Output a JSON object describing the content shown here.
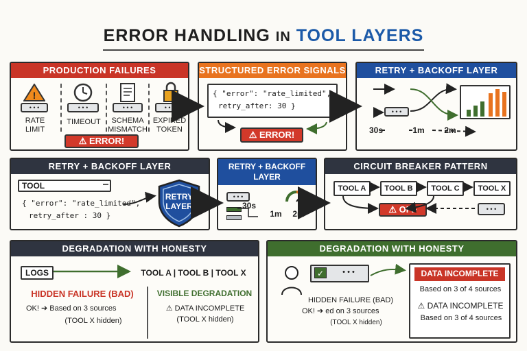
{
  "title": {
    "part1": "ERROR HANDLING",
    "part2": "IN",
    "part3": "TOOL LAYERS"
  },
  "colors": {
    "red": "#c93527",
    "orange": "#e8731f",
    "dark": "#2f3440",
    "blue": "#1f4f9e",
    "green": "#3f6e2e"
  },
  "production_failures": {
    "header": "PRODUCTION FAILURES",
    "items": [
      {
        "label": "RATE LIMIT",
        "icon": "warning-icon"
      },
      {
        "label": "TIMEOUT",
        "icon": "clock-icon"
      },
      {
        "label": "SCHEMA MISMATCH",
        "icon": "document-icon"
      },
      {
        "label": "EXPIRED TOKEN",
        "icon": "lock-icon"
      }
    ],
    "error_label": "⚠ ERROR!"
  },
  "structured_error": {
    "header": "STRUCTURED ERROR SIGNALS",
    "code_line1": "{ \"error\": \"rate_limited\",",
    "code_line2": "retry_after: 30 }",
    "error_label": "⚠ ERROR!"
  },
  "retry_backoff_top": {
    "header": "RETRY + BACKOFF LAYER",
    "timeline": [
      "30s",
      "1m",
      "2m"
    ]
  },
  "retry_backoff_mid": {
    "header": "RETRY + BACKOFF LAYER",
    "tool_label": "TOOL",
    "code_line1": "{ \"error\": \"rate_limited\",",
    "code_line2": "retry_after : 30 }",
    "shield_text": "RETRY LAYER"
  },
  "retry_backoff_small": {
    "header": "RETRY + BACKOFF LAYER",
    "timeline": [
      "30s",
      "1m",
      "2m"
    ]
  },
  "circuit_breaker": {
    "header": "CIRCUIT BREAKER PATTERN",
    "tools": [
      "TOOL A",
      "TOOL B",
      "TOOL C",
      "TOOL X"
    ],
    "off_label": "⚠ OFF"
  },
  "degradation_left": {
    "header": "DEGRADATION WITH HONESTY",
    "logs_label": "LOGS",
    "tools_line": "TOOL A | TOOL B | TOOL X",
    "hidden_title": "HIDDEN FAILURE (BAD)",
    "hidden_line1": "OK! ➔ Based on 3 sources",
    "hidden_line2": "(TOOL X hidden)",
    "visible_title": "VISIBLE DEGRADATION",
    "visible_line1": "⚠ DATA INCOMPLETE",
    "visible_line2": "(TOOL X hidden)"
  },
  "degradation_right": {
    "header": "DEGRADATION WITH HONESTY",
    "hidden_title": "HIDDEN FAILURE (BAD)",
    "hidden_line1": "OK! ➔ ed on 3 sources",
    "hidden_line2": "(TOOL X hidden)",
    "incomplete_badge": "DATA INCOMPLETE",
    "badge_line": "Based on 3 of 4 sources",
    "warn_title": "⚠ DATA INCOMPLETE",
    "warn_line": "Based on 3 of 4 sources"
  }
}
